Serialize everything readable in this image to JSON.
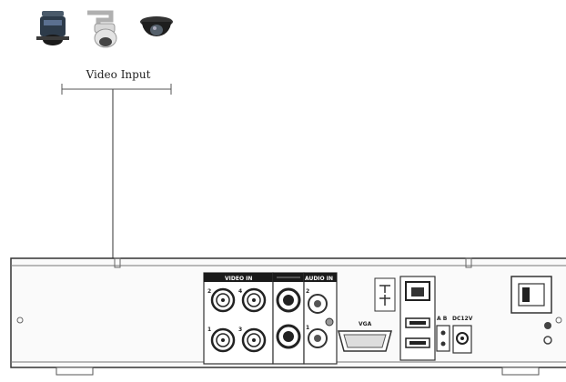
{
  "caption": "Video Input",
  "icons": {
    "camera_1": "box-camera-icon",
    "camera_2": "ptz-speed-dome-icon",
    "camera_3": "dome-camera-icon"
  },
  "rear_panel": {
    "video_in_label": "VIDEO IN",
    "audio_in_label": "AUDIO IN",
    "video_ports": [
      "2",
      "4",
      "1",
      "3"
    ],
    "audio_ports": [
      "2",
      "1"
    ],
    "vga_label": "VGA",
    "ab_label": "A B",
    "power_label": "DC12V"
  }
}
